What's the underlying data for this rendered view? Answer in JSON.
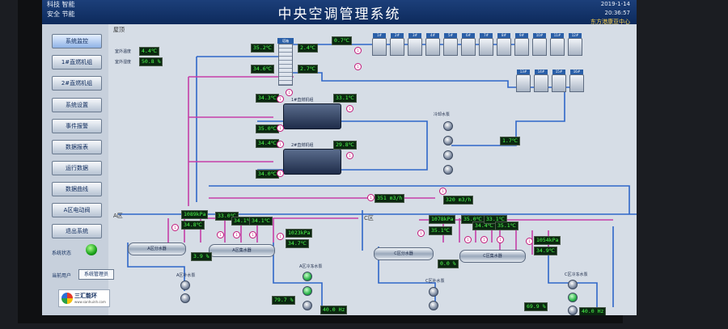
{
  "titlebar": {
    "title": "中央空调管理系统",
    "left_line1": "科技 智能",
    "left_line2": "安全 节能",
    "date": "2019-1-14",
    "time": "20:36:57",
    "company": "东方港康亚中心"
  },
  "sidebar": {
    "items": [
      {
        "label": "系统监控"
      },
      {
        "label": "1#直燃机组"
      },
      {
        "label": "2#直燃机组"
      },
      {
        "label": "系统设置"
      },
      {
        "label": "事件报警"
      },
      {
        "label": "数据报表"
      },
      {
        "label": "运行数据"
      },
      {
        "label": "数据曲线"
      },
      {
        "label": "A区电动阀"
      },
      {
        "label": "退出系统"
      }
    ],
    "status_label": "系统状态",
    "user_label": "当前用户",
    "user_value": "系统管理员",
    "logo_text": "三汇能环",
    "logo_url": "www.sanhuinh.com"
  },
  "roof": {
    "label": "屋顶",
    "outdoor_temp_label": "室外温度",
    "outdoor_temp": "4.4℃",
    "outdoor_humidity_label": "室外湿度",
    "outdoor_humidity": "50.8 %",
    "tower_in_temp": "35.2℃",
    "tower_out_temp": "34.6℃",
    "header_temp1": "2.4℃",
    "header_temp2": "2.7℃",
    "header_temp3": "0.7℃",
    "tower_tag": "塔箱",
    "towers_row1": [
      "1#",
      "2#",
      "3#",
      "4#",
      "5#",
      "6#",
      "7#",
      "8#",
      "9#",
      "10#",
      "11#",
      "12#"
    ],
    "towers_row2": [
      "13#",
      "14#",
      "15#",
      "16#"
    ]
  },
  "chillers": {
    "ch1_label": "1#直燃机组",
    "ch1_left_top": "34.3℃",
    "ch1_left_bottom": "35.0℃",
    "ch1_right": "33.1℃",
    "ch2_label": "2#直燃机组",
    "ch2_left_top": "34.4℃",
    "ch2_left_bottom": "34.0℃",
    "ch2_right": "29.8℃",
    "cooling_pump_label": "冷却水泵",
    "cooling_temp": "1.7℃",
    "flow1": "351 m3/h",
    "flow2": "320 m3/h"
  },
  "zone_a": {
    "label": "A区",
    "pressure": "1089kPa",
    "temp": "34.8℃",
    "sep_label": "A区分水器",
    "col_label": "A区集水器",
    "valve_pct": "3.9 %",
    "branch_temps": [
      "33.0℃",
      "34.1℃",
      "34.1℃"
    ],
    "pressure2": "1023kPa",
    "temp2": "34.7℃",
    "pump_label": "A区补水泵",
    "pump_label2": "A区冷冻水泵",
    "freq": "40.0 Hz",
    "pct2": "79.7 %"
  },
  "zone_c": {
    "label": "C区",
    "pressure": "1078kPa",
    "temp": "35.1℃",
    "sep_label": "C区分水器",
    "col_label": "C区集水器",
    "valve_pct": "0.0 %",
    "branch_temps": [
      "35.0℃",
      "34.4℃",
      "33.1℃",
      "35.1℃"
    ],
    "pressure2": "1054kPa",
    "temp2": "34.9℃",
    "pump_label": "C区补水泵",
    "pump_label2": "C区冷冻水泵",
    "freq": "40.0 Hz",
    "pct2": "69.9 %"
  }
}
